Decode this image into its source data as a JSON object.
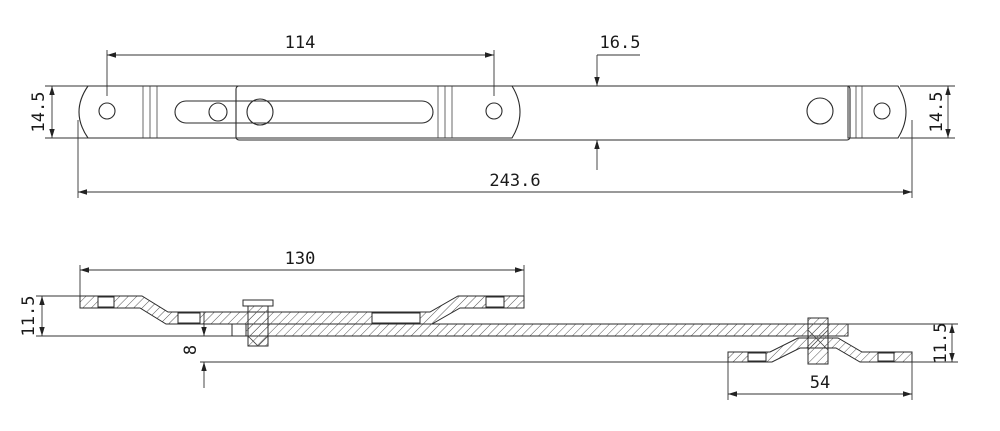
{
  "top_view": {
    "dim_hole_spacing": "114",
    "dim_center_offset": "16.5",
    "dim_left_height": "14.5",
    "dim_right_height": "14.5",
    "dim_overall_length": "243.6"
  },
  "side_view": {
    "dim_left_length": "130",
    "dim_left_height": "11.5",
    "dim_drop": "8",
    "dim_right_height": "11.5",
    "dim_right_length": "54"
  }
}
